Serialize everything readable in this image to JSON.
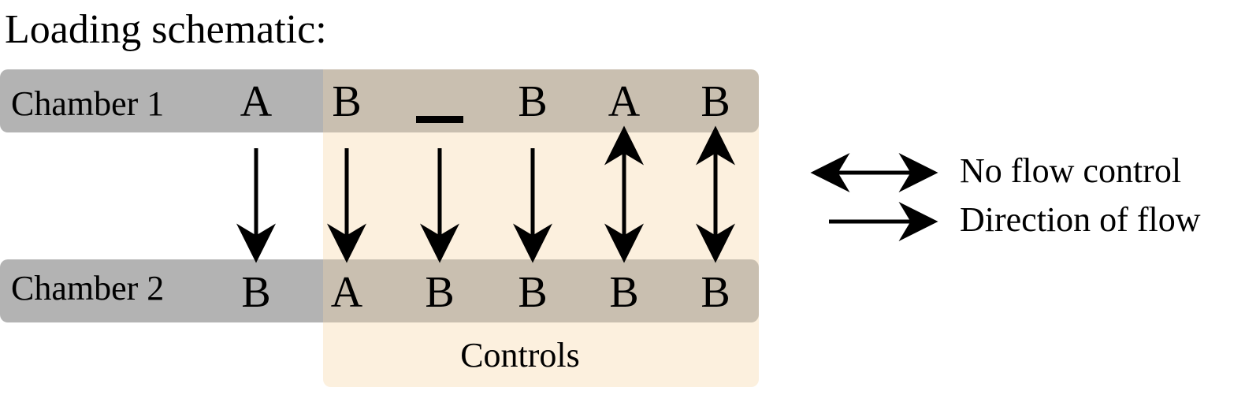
{
  "title": "Loading schematic:",
  "chambers": {
    "row1_label": "Chamber 1",
    "row2_label": "Chamber 2"
  },
  "columns": [
    {
      "top": "A",
      "bottom": "B",
      "flow": "down"
    },
    {
      "top": "B",
      "bottom": "A",
      "flow": "down"
    },
    {
      "top": "",
      "bottom": "B",
      "flow": "down"
    },
    {
      "top": "B",
      "bottom": "B",
      "flow": "down"
    },
    {
      "top": "A",
      "bottom": "B",
      "flow": "both"
    },
    {
      "top": "B",
      "bottom": "B",
      "flow": "both"
    }
  ],
  "controls_label": "Controls",
  "legend": {
    "no_flow_control": "No flow control",
    "direction_of_flow": "Direction of flow"
  },
  "colors": {
    "chamber_band": "#b3b3b3",
    "band_over_controls": "#c9bfb0",
    "controls_panel": "#fcf0de",
    "ink": "#000000"
  }
}
